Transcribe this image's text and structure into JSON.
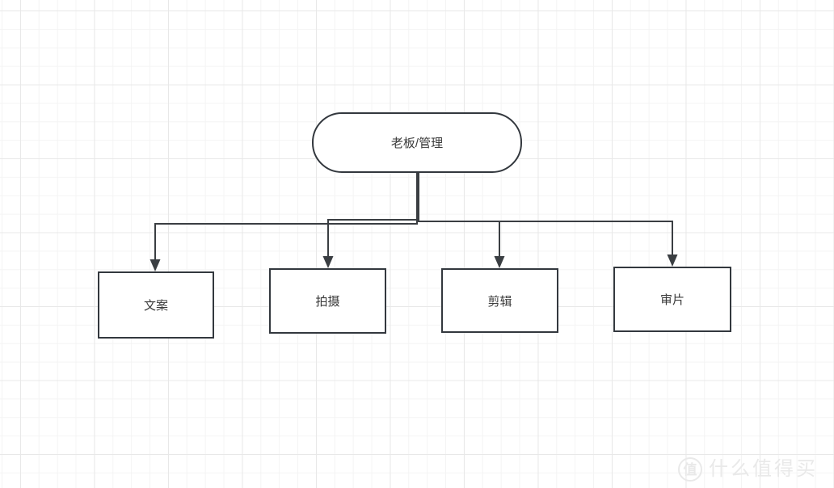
{
  "diagram": {
    "root": {
      "label": "老板/管理",
      "shape": "rounded"
    },
    "children": [
      {
        "label": "文案",
        "shape": "rectangle"
      },
      {
        "label": "拍摄",
        "shape": "rectangle"
      },
      {
        "label": "剪辑",
        "shape": "rectangle"
      },
      {
        "label": "审片",
        "shape": "rectangle"
      }
    ],
    "edges": [
      {
        "from": "老板/管理",
        "to": "文案",
        "arrow": "down"
      },
      {
        "from": "老板/管理",
        "to": "拍摄",
        "arrow": "down"
      },
      {
        "from": "老板/管理",
        "to": "剪辑",
        "arrow": "down"
      },
      {
        "from": "老板/管理",
        "to": "审片",
        "arrow": "down"
      }
    ]
  },
  "watermark": {
    "logo_char": "值",
    "text": "什么值得买"
  },
  "colors": {
    "node_border": "#33383e",
    "node_fill": "#ffffff",
    "connector": "#3a3e42",
    "text": "#3a3a3a",
    "grid_minor": "#f4f4f4",
    "grid_major": "#e8e8e8",
    "canvas_bg": "#ffffff",
    "watermark": "#e9e9e9"
  }
}
